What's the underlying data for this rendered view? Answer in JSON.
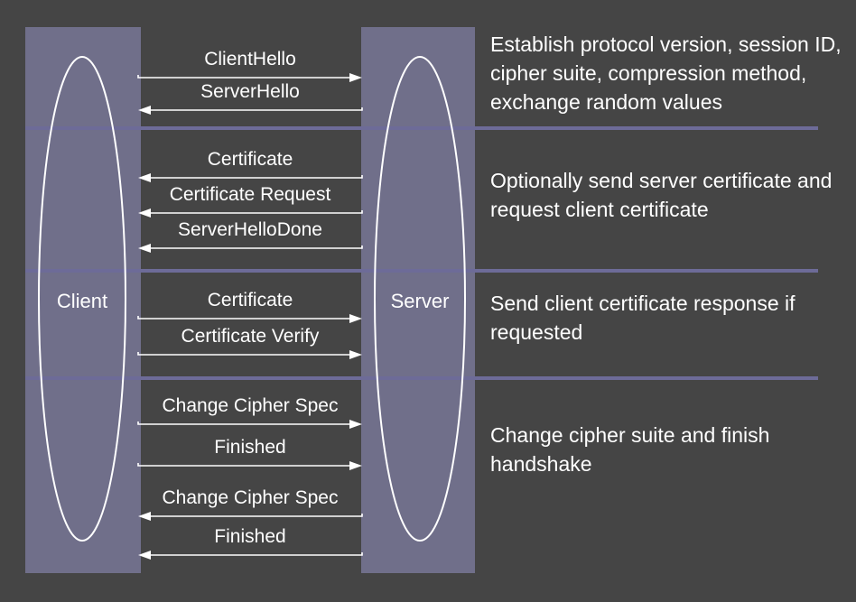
{
  "colors": {
    "background": "#454545",
    "party_box": "#706f8a",
    "divider": "#6d6b98",
    "text": "#ffffff",
    "line": "#ffffff"
  },
  "client": {
    "label": "Client"
  },
  "server": {
    "label": "Server"
  },
  "messages": [
    {
      "label": "ClientHello",
      "direction": "to-server",
      "phase": 0
    },
    {
      "label": "ServerHello",
      "direction": "to-client",
      "phase": 0
    },
    {
      "label": "Certificate",
      "direction": "to-client",
      "phase": 1
    },
    {
      "label": "Certificate Request",
      "direction": "to-client",
      "phase": 1
    },
    {
      "label": "ServerHelloDone",
      "direction": "to-client",
      "phase": 1
    },
    {
      "label": "Certificate",
      "direction": "to-server",
      "phase": 2
    },
    {
      "label": "Certificate Verify",
      "direction": "to-server",
      "phase": 2
    },
    {
      "label": "Change Cipher Spec",
      "direction": "to-server",
      "phase": 3
    },
    {
      "label": "Finished",
      "direction": "to-server",
      "phase": 3
    },
    {
      "label": "Change Cipher Spec",
      "direction": "to-client",
      "phase": 3
    },
    {
      "label": "Finished",
      "direction": "to-client",
      "phase": 3
    }
  ],
  "phases": [
    {
      "description": "Establish protocol version, session ID, cipher suite, compression method, exchange random values"
    },
    {
      "description": "Optionally send server certificate and request client certificate"
    },
    {
      "description": "Send client certificate response if requested"
    },
    {
      "description": "Change cipher suite and finish handshake"
    }
  ]
}
